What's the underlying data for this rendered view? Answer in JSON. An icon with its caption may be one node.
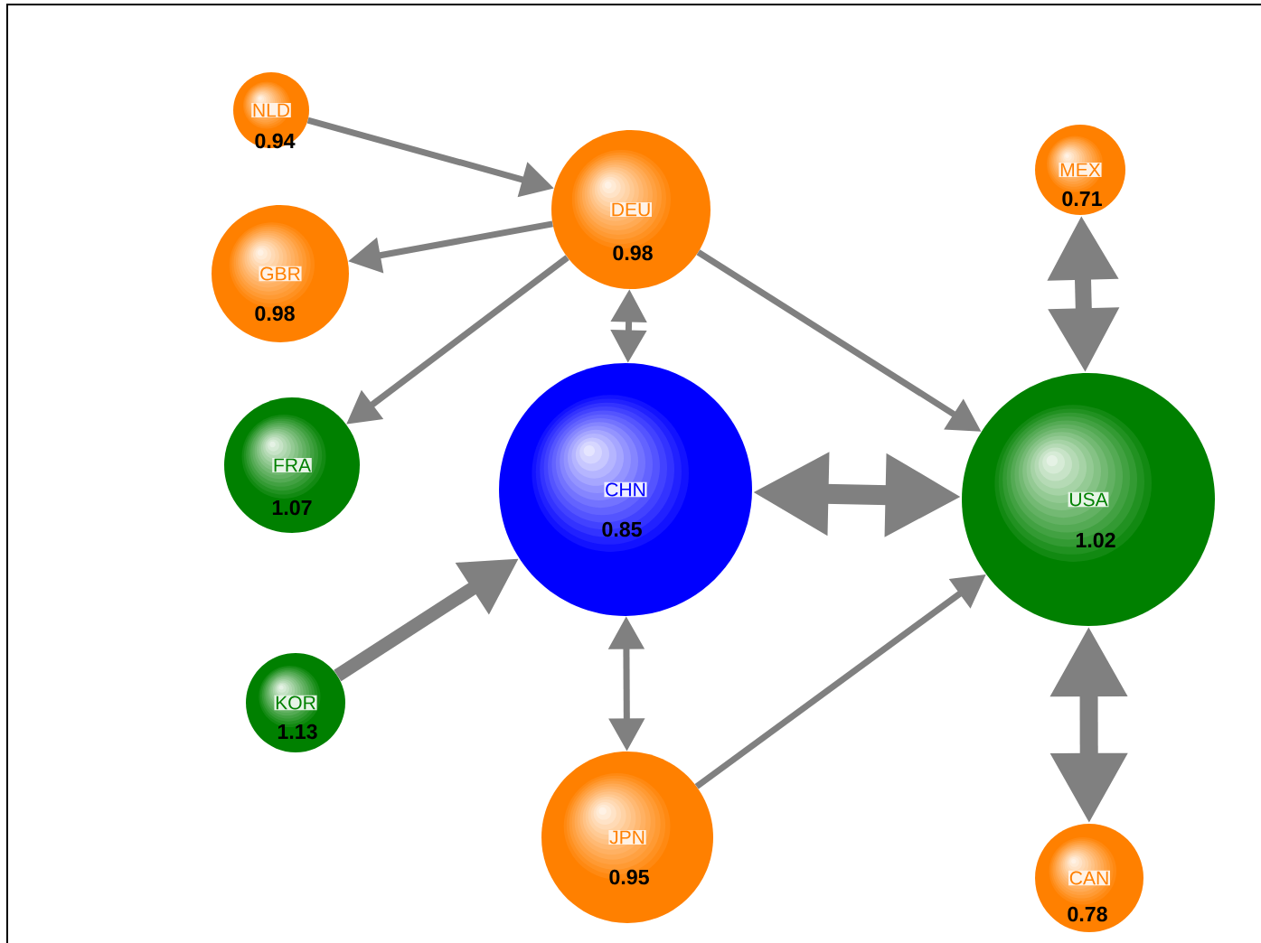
{
  "diagram": {
    "nodes": [
      {
        "text": [
          "NLD",
          "0.94"
        ]
      },
      {
        "text": [
          "DEU",
          "0.98"
        ]
      },
      {
        "text": [
          "MEX",
          "0.71"
        ]
      },
      {
        "text": [
          "GBR",
          "0.98"
        ]
      },
      {
        "text": [
          "FRA",
          "1.07"
        ]
      },
      {
        "text": [
          "CHN",
          "0.85"
        ]
      },
      {
        "text": [
          "USA",
          "1.02"
        ]
      },
      {
        "text": [
          "KOR",
          "1.13"
        ]
      },
      {
        "text": [
          "JPN",
          "0.95"
        ]
      },
      {
        "text": [
          "CAN",
          "0.78"
        ]
      }
    ],
    "edges": [
      {
        "from": 0,
        "to": 1,
        "arrow": "to"
      },
      {
        "from": 1,
        "to": 3,
        "arrow": "to"
      },
      {
        "from": 1,
        "to": 4,
        "arrow": "to"
      },
      {
        "from": 1,
        "to": 5,
        "arrow": "both"
      },
      {
        "from": 1,
        "to": 6,
        "arrow": "to"
      },
      {
        "from": 5,
        "to": 6,
        "arrow": "both",
        "style": "thick"
      },
      {
        "from": 2,
        "to": 6,
        "arrow": "both",
        "style": "thick"
      },
      {
        "from": 7,
        "to": 5,
        "arrow": "to",
        "style": "thick"
      },
      {
        "from": 5,
        "to": 8,
        "arrow": "both"
      },
      {
        "from": 8,
        "to": 6,
        "arrow": "to"
      },
      {
        "from": 6,
        "to": 9,
        "arrow": "both",
        "style": "thick"
      }
    ]
  }
}
